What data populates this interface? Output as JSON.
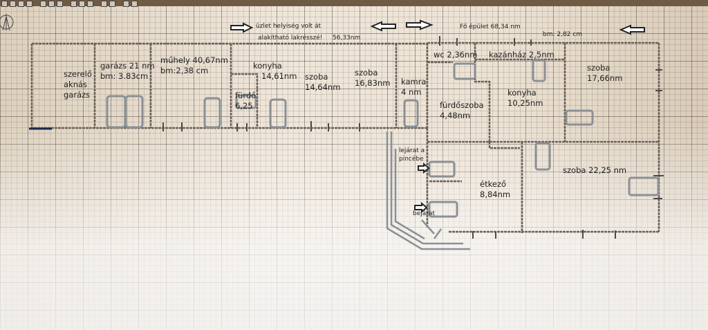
{
  "notes": {
    "annex": "üzlet helyiség volt át",
    "annex2": "alakítható lakrésszé!",
    "annex_area": "56,33nm",
    "main": "Fő épület 68,34 nm",
    "main_bm": "bm: 2,82 cm"
  },
  "rooms": {
    "szerelo": [
      "szerelő",
      "aknás",
      "garázs"
    ],
    "garazs": [
      "garázs 21 nm",
      "bm: 3.83cm"
    ],
    "muhely": [
      "műhely  40,67nm",
      "bm:2,38 cm"
    ],
    "konyha1": [
      "konyha",
      "14,61nm"
    ],
    "furdo1": [
      "fürdő",
      "6,25"
    ],
    "szoba1": [
      "szoba",
      "14,64nm"
    ],
    "szoba2": [
      "szoba",
      "16,83nm"
    ],
    "kamra": [
      "kamra",
      "4 nm"
    ],
    "wc": "wc 2,36nm",
    "kazanhaz": "kazánház 2,5nm",
    "furdoszoba": [
      "fürdőszoba",
      "4,48nm"
    ],
    "konyha2": [
      "konyha",
      "10,25nm"
    ],
    "szoba3": [
      "szoba",
      "17,66nm"
    ],
    "lejarat": [
      "lejárat a",
      "pincébe"
    ],
    "etkezo": [
      "étkező",
      "8,84nm"
    ],
    "szoba4": "szoba 22,25 nm",
    "bejarat": "bejárat"
  },
  "colors": {
    "wall": "#6b5f57",
    "furniture": "#8a9096",
    "ink": "#222222"
  }
}
